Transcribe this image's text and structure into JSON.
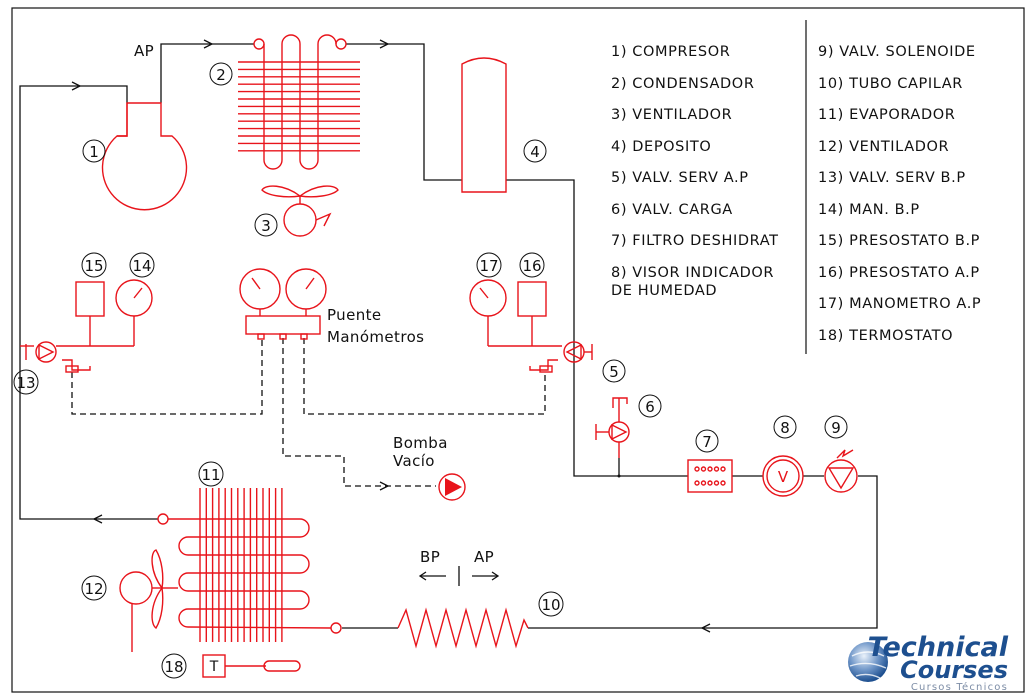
{
  "legend_left": [
    "1) COMPRESOR",
    "2) CONDENSADOR",
    "3) VENTILADOR",
    "4) DEPOSITO",
    "5) VALV. SERV A.P",
    "6) VALV. CARGA",
    "7) FILTRO DESHIDRAT",
    "8) VISOR INDICADOR",
    "DE HUMEDAD"
  ],
  "legend_right": [
    "9) VALV. SOLENOIDE",
    "10) TUBO CAPILAR",
    "11) EVAPORADOR",
    "12) VENTILADOR",
    "13) VALV. SERV B.P",
    "14) MAN. B.P",
    "15) PRESOSTATO B.P",
    "16) PRESOSTATO A.P",
    "17) MANOMETRO A.P",
    "18) TERMOSTATO"
  ],
  "labels": {
    "ap_top": "AP",
    "bp": "BP",
    "ap": "AP",
    "puente": "Puente",
    "manometros": "Manómetros",
    "bomba": "Bomba",
    "vacio": "Vacío",
    "visor_letter": "V",
    "termostato_letter": "T"
  },
  "numbers": {
    "n1": "1",
    "n2": "2",
    "n3": "3",
    "n4": "4",
    "n5": "5",
    "n6": "6",
    "n7": "7",
    "n8": "8",
    "n9": "9",
    "n10": "10",
    "n11": "11",
    "n12": "12",
    "n13": "13",
    "n14": "14",
    "n15": "15",
    "n16": "16",
    "n17": "17",
    "n18": "18"
  },
  "logo": {
    "line1": "Technical",
    "line2": "Courses",
    "line3": "Cursos Técnicos",
    "color": "#1d4f8f"
  },
  "colors": {
    "component": "#e8141b",
    "pipe": "#111111"
  }
}
